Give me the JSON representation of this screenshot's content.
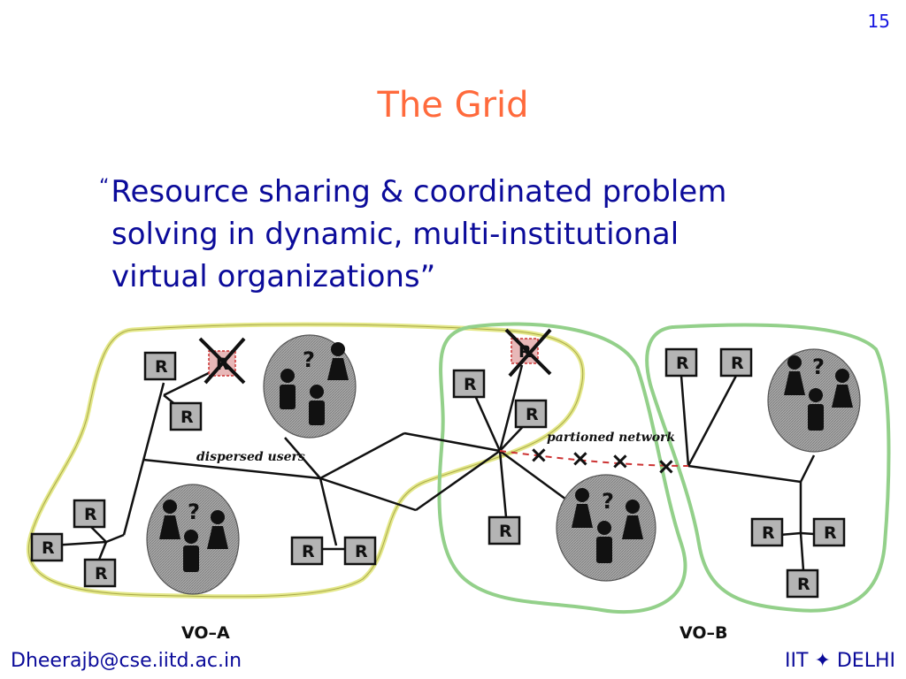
{
  "slide": {
    "number": "15",
    "title": "The Grid",
    "quote_open": "“",
    "quote_lines": [
      "Resource sharing & coordinated problem",
      "solving in dynamic, multi-institutional",
      "virtual organizations”"
    ]
  },
  "diagram": {
    "resource_label": "R",
    "question_mark": "?",
    "dispersed_users_label": "dispersed users",
    "partitioned_network_label": "partioned network",
    "vo_a_label": "VO–A",
    "vo_b_label": "VO–B",
    "break_mark": "×",
    "colors": {
      "vo_a_outline": "#e4e88a",
      "vo_b_outline": "#93d08a",
      "failure": "#cc3333"
    }
  },
  "footer": {
    "email": "Dheerajb@cse.iitd.ac.in",
    "institution": "IIT ✦ DELHI"
  }
}
